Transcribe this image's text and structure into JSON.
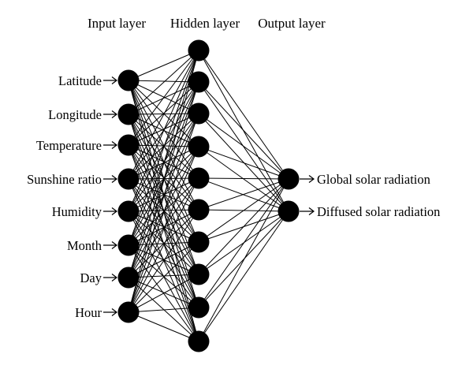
{
  "headers": {
    "input": "Input layer",
    "hidden": "Hidden layer",
    "output": "Output layer"
  },
  "inputs": [
    "Latitude",
    "Longitude",
    "Temperature",
    "Sunshine ratio",
    "Humidity",
    "Month",
    "Day",
    "Hour"
  ],
  "hidden_count": 10,
  "outputs": [
    "Global solar radiation",
    "Diffused solar radiation"
  ],
  "colors": {
    "node": "#000000",
    "edge": "#000000",
    "background": "#ffffff"
  }
}
